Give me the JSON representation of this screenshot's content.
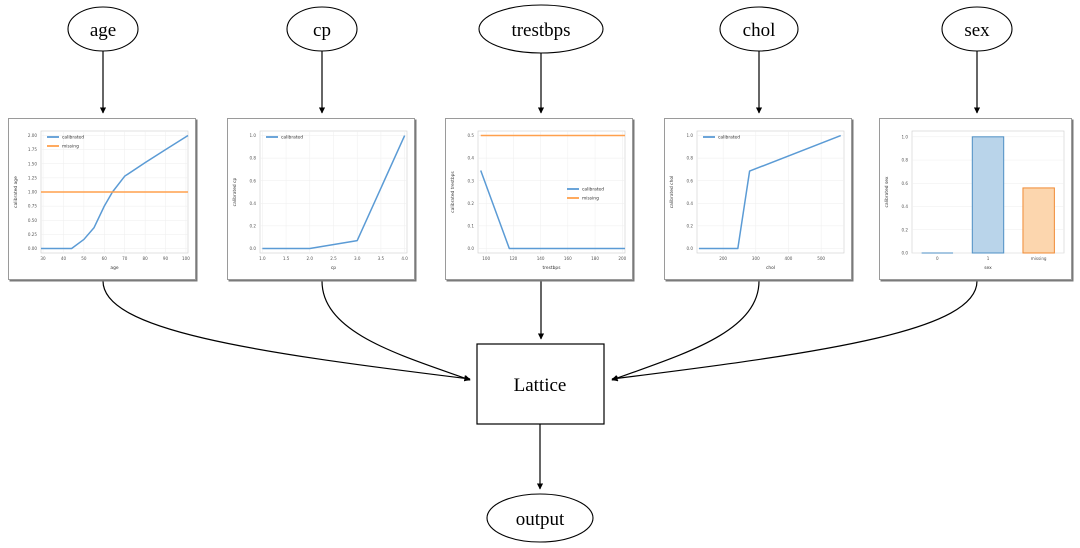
{
  "graph": {
    "input_nodes": [
      {
        "id": "age",
        "label": "age"
      },
      {
        "id": "cp",
        "label": "cp"
      },
      {
        "id": "trestbps",
        "label": "trestbps"
      },
      {
        "id": "chol",
        "label": "chol"
      },
      {
        "id": "sex",
        "label": "sex"
      }
    ],
    "lattice_label": "Lattice",
    "output_label": "output"
  },
  "colors": {
    "calibrated": "#5b9bd5",
    "missing": "#ffa04d",
    "bar_blue_face": "#b9d4ea",
    "bar_blue_edge": "#4e8fc4",
    "bar_orange_face": "#fcd6ae",
    "bar_orange_edge": "#f08a33",
    "axis": "#cccccc",
    "text": "#333333"
  },
  "chart_data": [
    {
      "id": "age",
      "type": "line",
      "title": "",
      "xlabel": "age",
      "ylabel": "calibrated age",
      "xlim": [
        29,
        101
      ],
      "ylim": [
        -0.08,
        2.08
      ],
      "xticks": [
        "30",
        "40",
        "50",
        "60",
        "70",
        "80",
        "90",
        "100"
      ],
      "xtickvals": [
        30,
        40,
        50,
        60,
        70,
        80,
        90,
        100
      ],
      "yticks": [
        "0.00",
        "0.25",
        "0.50",
        "0.75",
        "1.00",
        "1.25",
        "1.50",
        "1.75",
        "2.00"
      ],
      "ytickvals": [
        0.0,
        0.25,
        0.5,
        0.75,
        1.0,
        1.25,
        1.5,
        1.75,
        2.0
      ],
      "legend": [
        "calibrated",
        "missing"
      ],
      "legend_position": "upper-left",
      "grid": true,
      "series": [
        {
          "name": "calibrated",
          "color": "#5b9bd5",
          "x": [
            29,
            44,
            50,
            55,
            60,
            64,
            70,
            80,
            90,
            101
          ],
          "y": [
            0.0,
            0.0,
            0.16,
            0.37,
            0.75,
            1.0,
            1.28,
            1.52,
            1.75,
            2.0
          ]
        },
        {
          "name": "missing",
          "color": "#ffa04d",
          "x": [
            29,
            101
          ],
          "y": [
            1.0,
            1.0
          ]
        }
      ]
    },
    {
      "id": "cp",
      "type": "line",
      "title": "",
      "xlabel": "cp",
      "ylabel": "calibrated cp",
      "xlim": [
        0.95,
        4.05
      ],
      "ylim": [
        -0.04,
        1.04
      ],
      "xticks": [
        "1.0",
        "1.5",
        "2.0",
        "2.5",
        "3.0",
        "3.5",
        "4.0"
      ],
      "xtickvals": [
        1.0,
        1.5,
        2.0,
        2.5,
        3.0,
        3.5,
        4.0
      ],
      "yticks": [
        "0.0",
        "0.2",
        "0.4",
        "0.6",
        "0.8",
        "1.0"
      ],
      "ytickvals": [
        0.0,
        0.2,
        0.4,
        0.6,
        0.8,
        1.0
      ],
      "legend": [
        "calibrated"
      ],
      "legend_position": "upper-left",
      "grid": true,
      "series": [
        {
          "name": "calibrated",
          "color": "#5b9bd5",
          "x": [
            1.0,
            2.0,
            3.0,
            4.0
          ],
          "y": [
            0.0,
            0.0,
            0.07,
            1.0
          ]
        }
      ]
    },
    {
      "id": "trestbps",
      "type": "line",
      "title": "",
      "xlabel": "trestbps",
      "ylabel": "calibrated trestbps",
      "xlim": [
        94,
        202
      ],
      "ylim": [
        -0.02,
        0.52
      ],
      "xticks": [
        "100",
        "120",
        "140",
        "160",
        "180",
        "200"
      ],
      "xtickvals": [
        100,
        120,
        140,
        160,
        180,
        200
      ],
      "yticks": [
        "0.0",
        "0.1",
        "0.2",
        "0.3",
        "0.4",
        "0.5"
      ],
      "ytickvals": [
        0.0,
        0.1,
        0.2,
        0.3,
        0.4,
        0.5
      ],
      "legend": [
        "calibrated",
        "missing"
      ],
      "legend_position": "center-right",
      "grid": true,
      "series": [
        {
          "name": "calibrated",
          "color": "#5b9bd5",
          "x": [
            96,
            117,
            140,
            202
          ],
          "y": [
            0.345,
            0.0,
            0.0,
            0.0
          ]
        },
        {
          "name": "missing",
          "color": "#ffa04d",
          "x": [
            96,
            202
          ],
          "y": [
            0.5,
            0.5
          ]
        }
      ]
    },
    {
      "id": "chol",
      "type": "line",
      "title": "",
      "xlabel": "chol",
      "ylabel": "calibrated chol",
      "xlim": [
        120,
        570
      ],
      "ylim": [
        -0.04,
        1.04
      ],
      "xticks": [
        "200",
        "300",
        "400",
        "500"
      ],
      "xtickvals": [
        200,
        300,
        400,
        500
      ],
      "yticks": [
        "0.0",
        "0.2",
        "0.4",
        "0.6",
        "0.8",
        "1.0"
      ],
      "ytickvals": [
        0.0,
        0.2,
        0.4,
        0.6,
        0.8,
        1.0
      ],
      "legend": [
        "calibrated"
      ],
      "legend_position": "upper-left",
      "grid": true,
      "series": [
        {
          "name": "calibrated",
          "color": "#5b9bd5",
          "x": [
            126,
            245,
            281,
            560
          ],
          "y": [
            0.0,
            0.0,
            0.685,
            1.0
          ]
        }
      ]
    },
    {
      "id": "sex",
      "type": "bar",
      "title": "",
      "xlabel": "sex",
      "ylabel": "calibrated sex",
      "categories": [
        "0",
        "1",
        "missing"
      ],
      "values": [
        0.0,
        1.0,
        0.56
      ],
      "ylim": [
        0.0,
        1.05
      ],
      "yticks": [
        "0.0",
        "0.2",
        "0.4",
        "0.6",
        "0.8",
        "1.0"
      ],
      "ytickvals": [
        0.0,
        0.2,
        0.4,
        0.6,
        0.8,
        1.0
      ],
      "bar_colors": [
        "#b9d4ea",
        "#b9d4ea",
        "#fcd6ae"
      ],
      "bar_edge_colors": [
        "#4e8fc4",
        "#4e8fc4",
        "#f08a33"
      ],
      "legend": [],
      "grid": true
    }
  ]
}
